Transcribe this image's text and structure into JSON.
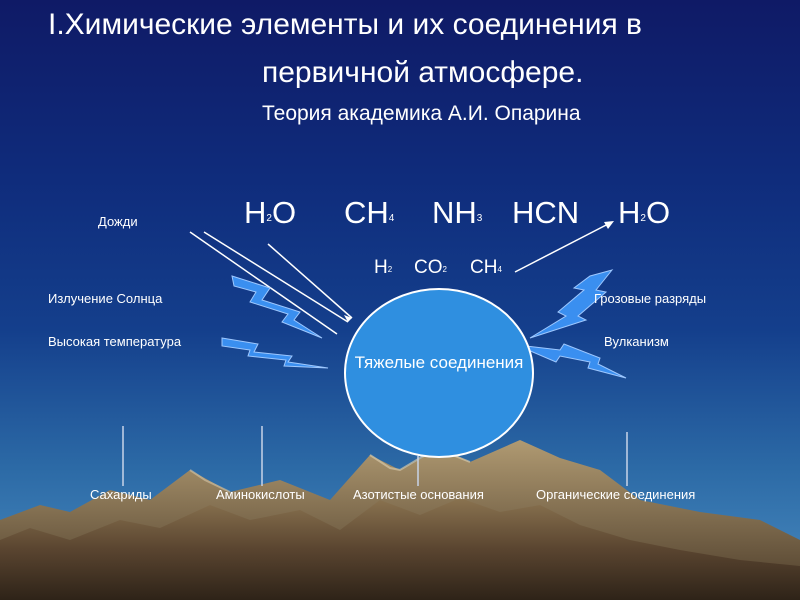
{
  "slide": {
    "title_line1": "I.Химические элементы и их соединения в",
    "title_line2": "первичной атмосфере.",
    "subtitle": "Теория академика А.И. Опарина"
  },
  "formulas_top": [
    {
      "base": "H",
      "sub": "2",
      "tail": "O"
    },
    {
      "base": "CH",
      "sub": "4",
      "tail": ""
    },
    {
      "base": "NH",
      "sub": "3",
      "tail": ""
    },
    {
      "base": "HCN",
      "sub": "",
      "tail": ""
    },
    {
      "base": "H",
      "sub": "2",
      "tail": "O"
    }
  ],
  "formulas_small": [
    {
      "base": "H",
      "sub": "2",
      "tail": ""
    },
    {
      "base": "CO",
      "sub": "2",
      "tail": ""
    },
    {
      "base": "CH",
      "sub": "4",
      "tail": ""
    }
  ],
  "labels": {
    "rain": "Дожди",
    "sun_radiation": "Излучение Солнца",
    "high_temperature": "Высокая температура",
    "thunderstorms": "Грозовые разряды",
    "volcanism": "Вулканизм"
  },
  "center": {
    "text": "Тяжелые соединения"
  },
  "products": [
    "Сахариды",
    "Аминокислоты",
    "Азотистые основания",
    "Органические соединения"
  ]
}
